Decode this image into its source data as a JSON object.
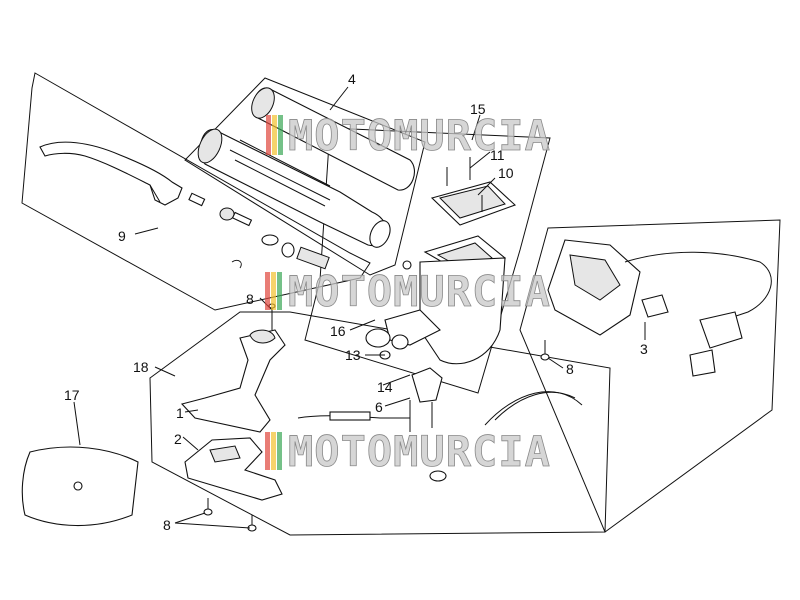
{
  "callouts": {
    "c1": "1",
    "c2": "2",
    "c3": "3",
    "c4": "4",
    "c6": "6",
    "c8a": "8",
    "c8b": "8",
    "c8c": "8",
    "c9": "9",
    "c10": "10",
    "c11": "11",
    "c13": "13",
    "c14": "14",
    "c15": "15",
    "c16": "16",
    "c17": "17",
    "c18": "18"
  },
  "watermark": {
    "text": "MOTOMURCIA"
  },
  "colors": {
    "line": "#111111",
    "watermark_stripe_1": "#e0463c",
    "watermark_stripe_2": "#f2c12e",
    "watermark_stripe_3": "#3aa655"
  }
}
